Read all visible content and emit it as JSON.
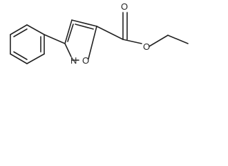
{
  "molecule": {
    "atoms": {
      "ester_carbonyl_oxygen": "O",
      "ester_ether_oxygen": "O",
      "ring_nitrogen": "N",
      "ring_oxygen": "O"
    }
  },
  "colors": {
    "bond": "#222222",
    "background": "#ffffff"
  }
}
